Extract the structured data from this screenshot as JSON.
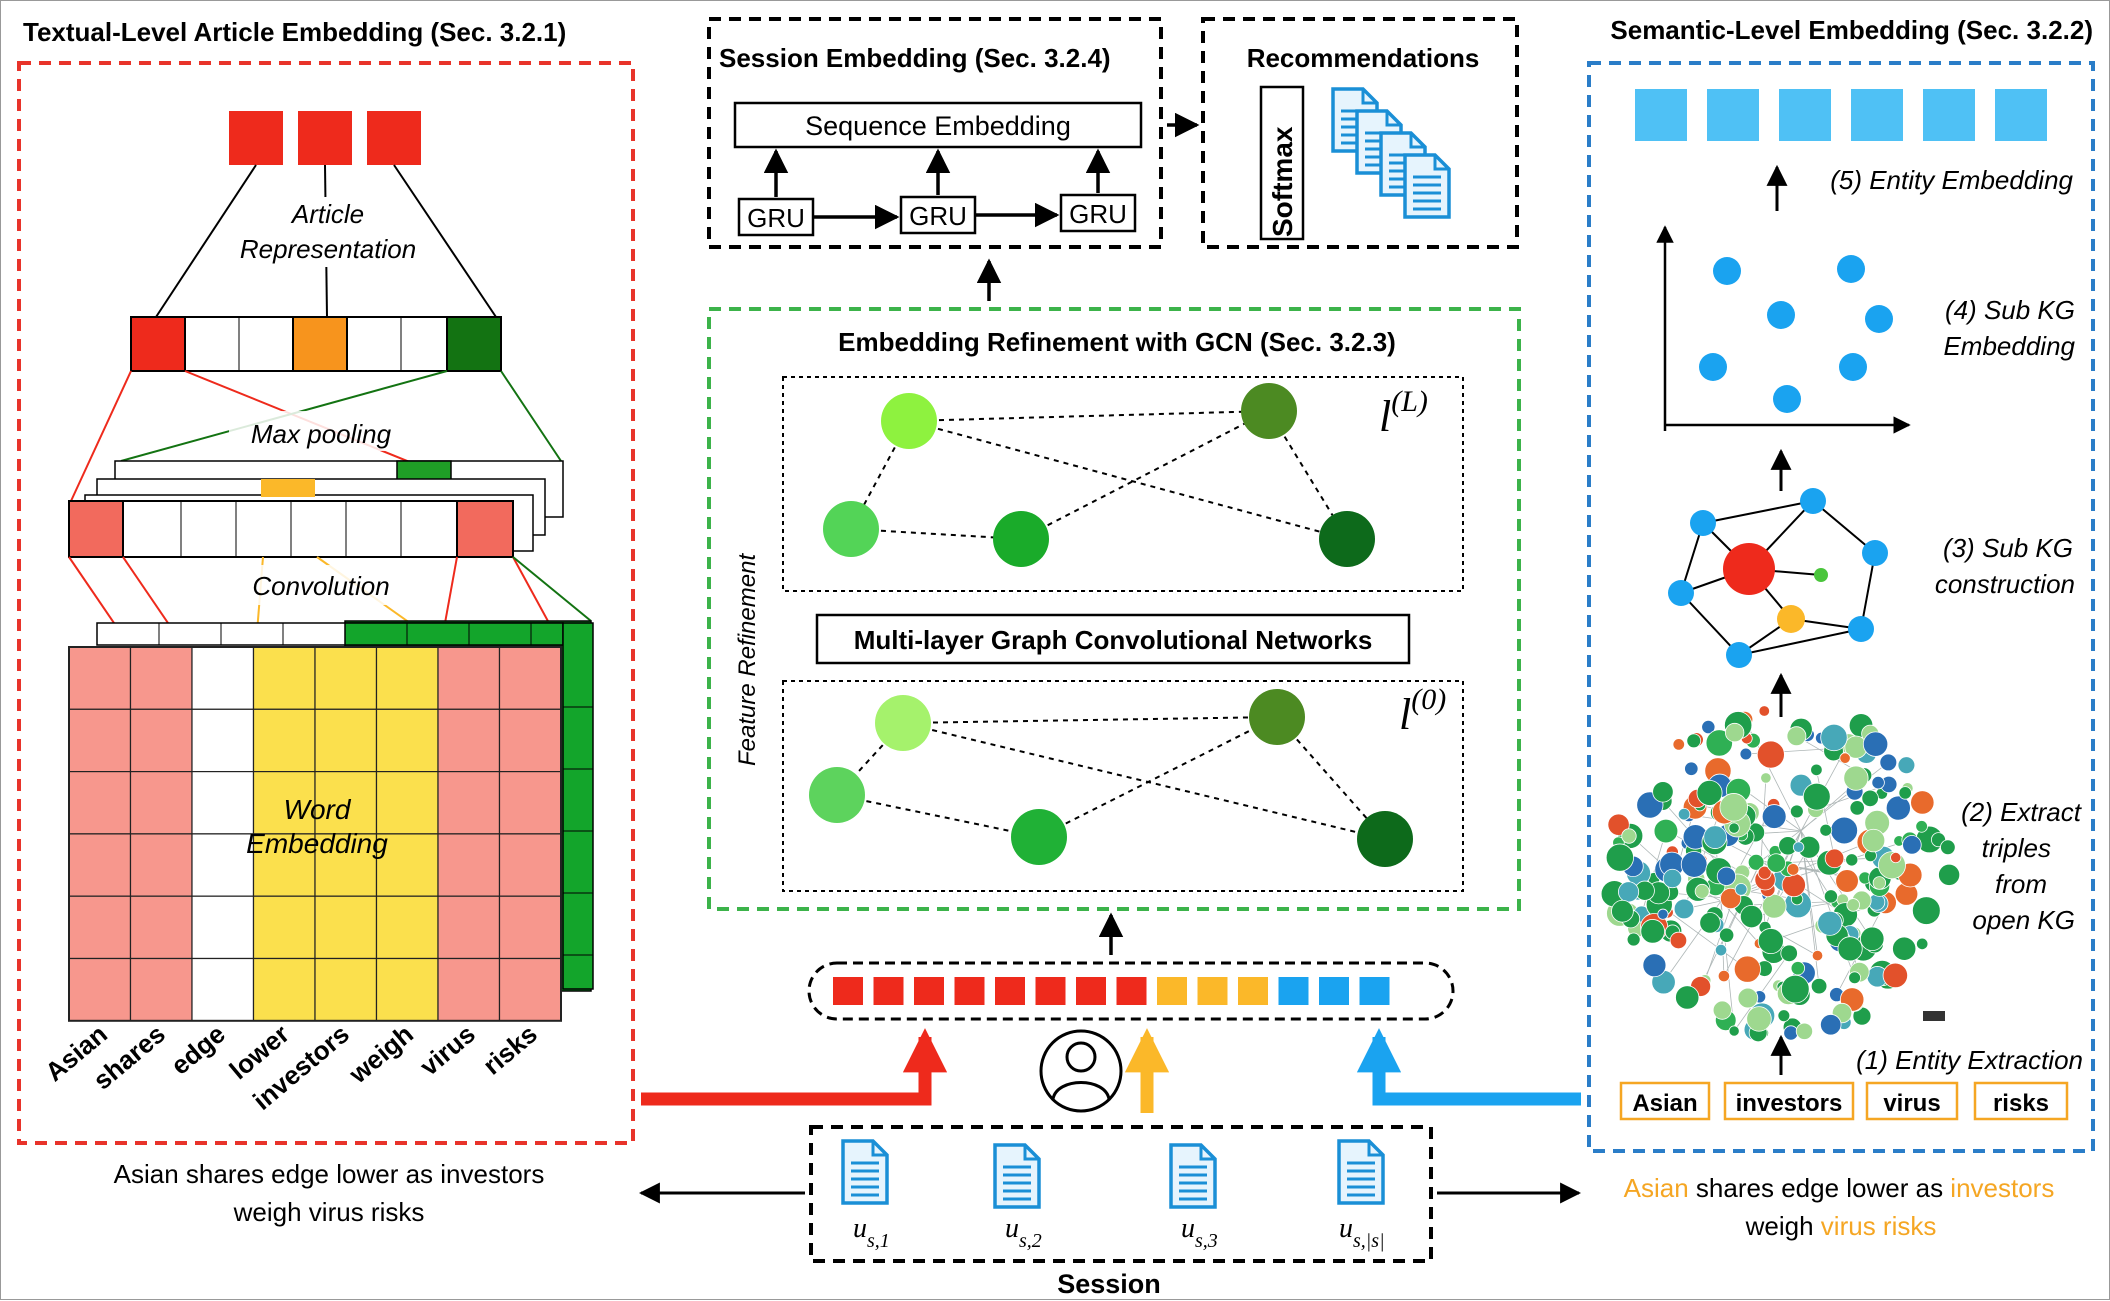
{
  "titles": {
    "textual": "Textual-Level Article Embedding (Sec. 3.2.1)",
    "session_emb": "Session Embedding (Sec. 3.2.4)",
    "recommendations": "Recommendations",
    "semantic": "Semantic-Level Embedding (Sec. 3.2.2)",
    "gcn": "Embedding Refinement with GCN (Sec. 3.2.3)"
  },
  "textual": {
    "article_rep_1": "Article",
    "article_rep_2": "Representation",
    "max_pooling": "Max pooling",
    "convolution": "Convolution",
    "word_emb_1": "Word",
    "word_emb_2": "Embedding",
    "words": [
      "Asian",
      "shares",
      "edge",
      "lower",
      "investors",
      "weigh",
      "virus",
      "risks"
    ],
    "caption_1": "Asian shares edge lower as investors",
    "caption_2": "weigh virus risks"
  },
  "session": {
    "sequence_embedding": "Sequence Embedding",
    "gru": "GRU",
    "softmax": "Softmax",
    "label": "Session"
  },
  "gcn": {
    "feature_refinement": "Feature Refinement",
    "multi_layer": "Multi-layer Graph Convolutional Networks",
    "layer_top": "l",
    "layer_top_sup": "(L)",
    "layer_bottom": "l",
    "layer_bottom_sup": "(0)"
  },
  "session_items": [
    {
      "base": "u",
      "sub": "s,1"
    },
    {
      "base": "u",
      "sub": "s,2"
    },
    {
      "base": "u",
      "sub": "s,3"
    },
    {
      "base": "u",
      "sub": "s,|s|"
    }
  ],
  "semantic": {
    "step5": "(5) Entity Embedding",
    "step4_1": "(4) Sub KG",
    "step4_2": "Embedding",
    "step3_1": "(3) Sub KG",
    "step3_2": "construction",
    "step2_1": "(2) Extract",
    "step2_2": "triples",
    "step2_3": "from",
    "step2_4": "open KG",
    "step1": "(1) Entity Extraction",
    "entities": [
      "Asian",
      "investors",
      "virus",
      "risks"
    ],
    "caption": {
      "p1": "Asian",
      "p2": " shares edge lower as ",
      "p3": "investors",
      "line2_a": "weigh ",
      "line2_b": "virus risks"
    }
  },
  "colors": {
    "red": "#ee2a1c",
    "orange": "#f5a623",
    "yellow": "#fbb829",
    "blue": "#1aa3f0",
    "lightblue": "#4fc1f5",
    "green_dash": "#3cb34a",
    "red_dash": "#e8332a",
    "blue_dash": "#2a7dc8"
  }
}
